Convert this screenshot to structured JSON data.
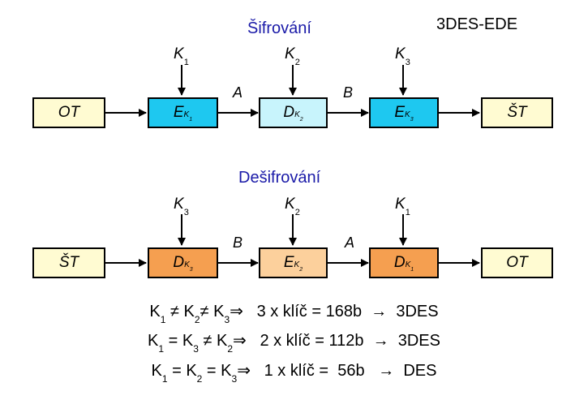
{
  "tag": "3DES-EDE",
  "encryption": {
    "title": "Šifrování",
    "input": "OT",
    "output": "ŠT",
    "stage1": {
      "op": "E",
      "key": "K",
      "sub": "1"
    },
    "stage2": {
      "op": "D",
      "key": "K",
      "sub": "2"
    },
    "stage3": {
      "op": "E",
      "key": "K",
      "sub": "3"
    },
    "keys": [
      {
        "k": "K",
        "n": "1"
      },
      {
        "k": "K",
        "n": "2"
      },
      {
        "k": "K",
        "n": "3"
      }
    ],
    "mid1": "A",
    "mid2": "B"
  },
  "decryption": {
    "title": "Dešifrování",
    "input": "ŠT",
    "output": "OT",
    "stage1": {
      "op": "D",
      "key": "K",
      "sub": "3"
    },
    "stage2": {
      "op": "E",
      "key": "K",
      "sub": "2"
    },
    "stage3": {
      "op": "D",
      "key": "K",
      "sub": "1"
    },
    "keys": [
      {
        "k": "K",
        "n": "3"
      },
      {
        "k": "K",
        "n": "2"
      },
      {
        "k": "K",
        "n": "1"
      }
    ],
    "mid1": "B",
    "mid2": "A"
  },
  "equations": [
    {
      "lhs": [
        "K",
        "1",
        " ≠ K",
        "2",
        "≠ K",
        "3"
      ],
      "rhs": "⇒   3 x klíč = 168b  →  3DES"
    },
    {
      "lhs": [
        "K",
        "1",
        " = K",
        "3",
        " ≠ K",
        "2"
      ],
      "rhs": "⇒   2 x klíč = 112b  →  3DES"
    },
    {
      "lhs": [
        "K",
        "1",
        " = K",
        "2",
        " = K",
        "3"
      ],
      "rhs": "⇒   1 x klíč =  56b   →  DES"
    }
  ]
}
